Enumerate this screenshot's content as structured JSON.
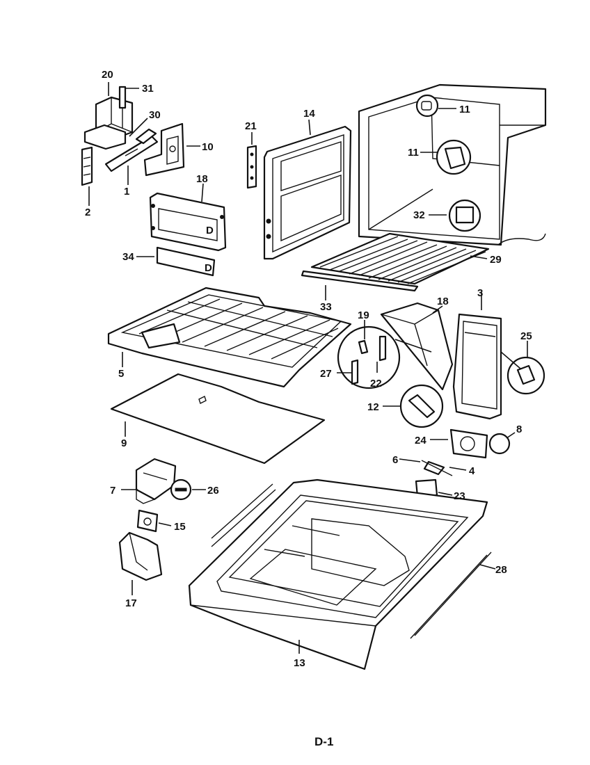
{
  "page_number": "D-1",
  "callouts": [
    {
      "id": "c20",
      "label": "20"
    },
    {
      "id": "c31",
      "label": "31"
    },
    {
      "id": "c30",
      "label": "30"
    },
    {
      "id": "c10",
      "label": "10"
    },
    {
      "id": "c1",
      "label": "1"
    },
    {
      "id": "c2",
      "label": "2"
    },
    {
      "id": "c18a",
      "label": "18"
    },
    {
      "id": "c34",
      "label": "34"
    },
    {
      "id": "c21",
      "label": "21"
    },
    {
      "id": "c14",
      "label": "14"
    },
    {
      "id": "c11a",
      "label": "11"
    },
    {
      "id": "c11b",
      "label": "11"
    },
    {
      "id": "c32",
      "label": "32"
    },
    {
      "id": "c29",
      "label": "29"
    },
    {
      "id": "c33",
      "label": "33"
    },
    {
      "id": "c5",
      "label": "5"
    },
    {
      "id": "c19",
      "label": "19"
    },
    {
      "id": "c27",
      "label": "27"
    },
    {
      "id": "c22",
      "label": "22"
    },
    {
      "id": "c18b",
      "label": "18"
    },
    {
      "id": "c3",
      "label": "3"
    },
    {
      "id": "c25",
      "label": "25"
    },
    {
      "id": "c12",
      "label": "12"
    },
    {
      "id": "c9",
      "label": "9"
    },
    {
      "id": "c24",
      "label": "24"
    },
    {
      "id": "c8",
      "label": "8"
    },
    {
      "id": "c6",
      "label": "6"
    },
    {
      "id": "c4",
      "label": "4"
    },
    {
      "id": "c23",
      "label": "23"
    },
    {
      "id": "c7",
      "label": "7"
    },
    {
      "id": "c26",
      "label": "26"
    },
    {
      "id": "c15",
      "label": "15"
    },
    {
      "id": "c17",
      "label": "17"
    },
    {
      "id": "c28",
      "label": "28"
    },
    {
      "id": "c13",
      "label": "13"
    }
  ]
}
